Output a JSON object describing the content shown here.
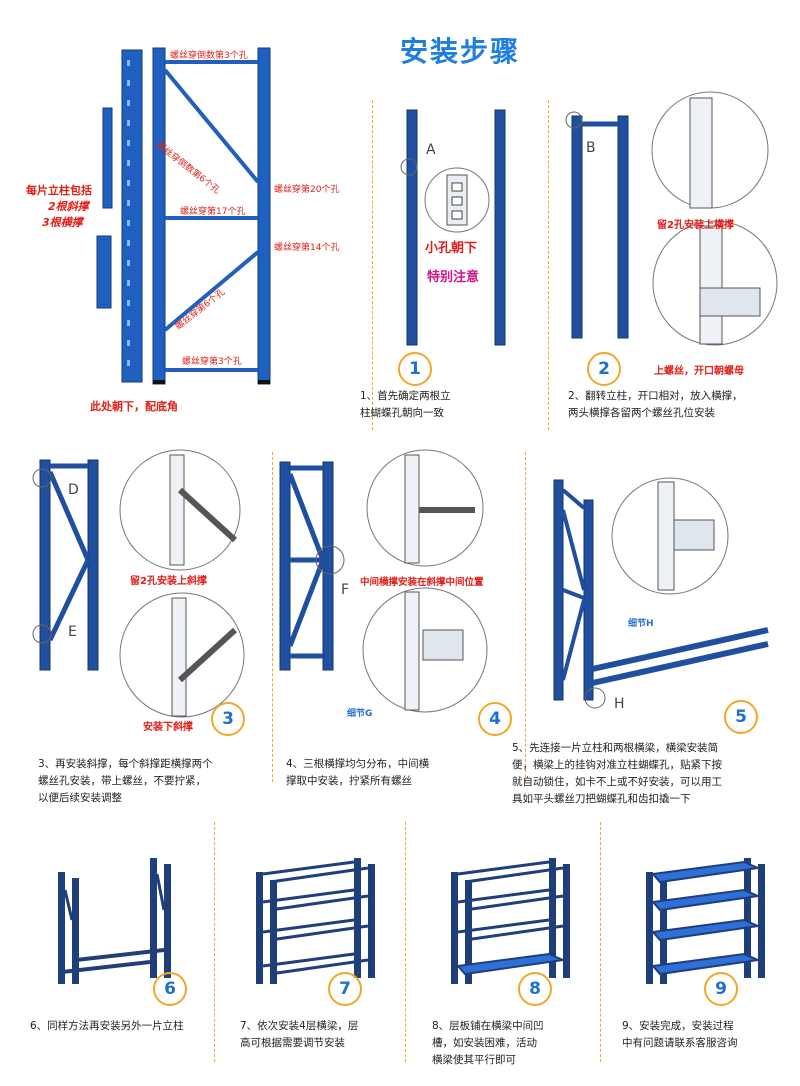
{
  "header": {
    "title": "安装步骤"
  },
  "parts_panel": {
    "labels": {
      "top_third_hole_from_end": "螺丝穿倒数第3个孔",
      "sixth_hole_from_end": "螺丝穿倒数第6个孔",
      "twentieth_hole": "螺丝穿第20个孔",
      "seventeenth_hole": "螺丝穿第17个孔",
      "fourteenth_hole": "螺丝穿第14个孔",
      "sixth_hole": "螺丝穿第6个孔",
      "third_hole": "螺丝穿第3个孔"
    },
    "note_each": "每片立柱包括",
    "note_diag": "2根斜撑",
    "note_horiz": "3根横撑",
    "bottom_note": "此处朝下，配底角"
  },
  "steps": [
    {
      "num": "1",
      "marker": "A",
      "note1": "小孔朝下",
      "note2": "特别注意",
      "desc": [
        "1、首先确定两根立",
        "柱蝴蝶孔朝向一致"
      ]
    },
    {
      "num": "2",
      "marker": "B",
      "note1": "留2孔安装上横撑",
      "note2": "上螺丝，开口朝螺母",
      "desc": [
        "2、翻转立柱，开口相对，放入横撑，",
        "两头横撑各留两个螺丝孔位安装"
      ]
    },
    {
      "num": "3",
      "marker_top": "D",
      "marker_bottom": "E",
      "note1": "留2孔安装上斜撑",
      "note2": "安装下斜撑",
      "desc": [
        "3、再安装斜撑，每个斜撑距横撑两个",
        "螺丝孔安装，带上螺丝，不要拧紧，",
        "以便后续安装调整"
      ]
    },
    {
      "num": "4",
      "marker": "F",
      "note1": "中间横撑安装在斜撑中间位置",
      "detail": "细节G",
      "desc": [
        "4、三根横撑均匀分布，中间横",
        "撑取中安装，拧紧所有螺丝"
      ]
    },
    {
      "num": "5",
      "marker": "H",
      "detail": "细节H",
      "desc": [
        "5、先连接一片立柱和两根横梁，横梁安装简",
        "便，横梁上的挂钩对准立柱蝴蝶孔，贴紧下按",
        "就自动锁住，如卡不上或不好安装，可以用工",
        "具如平头螺丝刀把蝴蝶孔和齿扣撬一下"
      ]
    },
    {
      "num": "6",
      "desc": [
        "6、同样方法再安装另外一片立柱"
      ]
    },
    {
      "num": "7",
      "desc": [
        "7、依次安装4层横梁，层",
        "高可根据需要调节安装"
      ]
    },
    {
      "num": "8",
      "desc": [
        "8、层板铺在横梁中间凹",
        "槽，如安装困难，活动",
        "横梁使其平行即可"
      ]
    },
    {
      "num": "9",
      "desc": [
        "9、安装完成，安装过程",
        "中有问题请联系客服咨询"
      ]
    }
  ],
  "colors": {
    "frame": "#1f4f9e",
    "frame_dark": "#16386f",
    "accent": "#f2a62a",
    "title": "#1e7fe0",
    "note_red": "#e0201a",
    "note_magenta": "#d4148a",
    "shelf": "#2f6fd8"
  }
}
